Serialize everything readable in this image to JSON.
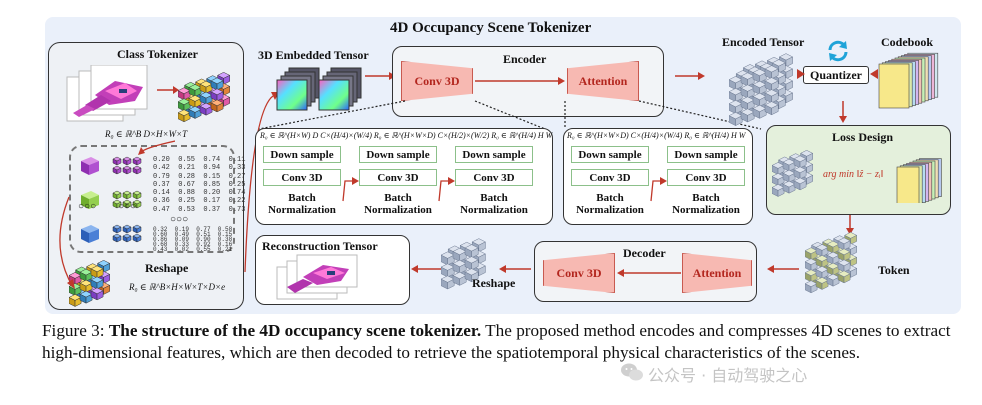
{
  "diagram": {
    "title": "4D Occupancy Scene Tokenizer",
    "class_tokenizer": {
      "title": "Class Tokenizer",
      "formula_top": "R₀ ∈ ℝ^B  D×H×W×T",
      "dots": [
        "○○○",
        "○○○",
        "○○○"
      ],
      "reshape_label": "Reshape",
      "formula_bottom": "R₀ ∈ ℝ^B×H×W×T×D×e",
      "matrix_top": "0.20  0.55  0.74  0.11\n0.42  0.21  0.94  0.33\n0.79  0.28  0.15  0.27\n0.37  0.67  0.85  0.25\n0.14  0.88  0.20  0.74\n0.36  0.25  0.17  0.22\n0.47  0.53  0.37  0.73",
      "matrix_bottom": "0.32  0.19  0.77  0.58\n0.60  0.49  0.51  0.15\n0.86  0.09  0.90  0.38\n0.68  0.33  0.92  0.16\n0.43  0.02  0.55  0.21"
    },
    "embedded_tensor": {
      "title": "3D Embedded Tensor"
    },
    "encoder": {
      "title": "Encoder",
      "conv_label": "Conv 3D",
      "attn_label": "Attention"
    },
    "encoder_detail_left": {
      "formula": "R₀ ∈ ℝ^(H×W)  D  C×(H/4)×(W/4)   R₀ ∈ ℝ^(H×W×D)  C×(H/2)×(W/2)   R₀ ∈ ℝ^(H/4)  H  W",
      "columns": [
        {
          "down": "Down sample",
          "conv": "Conv 3D",
          "bn1": "Batch",
          "bn2": "Normalization"
        },
        {
          "down": "Down sample",
          "conv": "Conv 3D",
          "bn1": "Batch",
          "bn2": "Normalization"
        },
        {
          "down": "Down sample",
          "conv": "Conv 3D",
          "bn1": "Batch",
          "bn2": "Normalization"
        }
      ]
    },
    "encoder_detail_right": {
      "formula": "R₀ ∈ ℝ^(H×W×D)  C×(H/4)×(W/4)   R₀ ∈ ℝ^(H/4)  H  W",
      "columns": [
        {
          "down": "Down sample",
          "conv": "Conv 3D",
          "bn1": "Batch",
          "bn2": "Normalization"
        },
        {
          "down": "Down sample",
          "conv": "Conv 3D",
          "bn1": "Batch",
          "bn2": "Normalization"
        }
      ]
    },
    "encoded_tensor": {
      "title": "Encoded Tensor"
    },
    "quantizer": {
      "label": "Quantizer"
    },
    "codebook": {
      "title": "Codebook"
    },
    "loss_design": {
      "title": "Loss Design",
      "formula": "arg min ‖ẑ − zᵢ‖"
    },
    "token": {
      "label": "Token"
    },
    "decoder": {
      "title": "Decoder",
      "conv_label": "Conv 3D",
      "attn_label": "Attention"
    },
    "reconstruction": {
      "title": "Reconstruction Tensor",
      "reshape_label": "Reshape"
    }
  },
  "caption": {
    "label": "Figure 3: ",
    "bold": "The structure of the 4D occupancy scene tokenizer.",
    "rest": " The proposed method encodes and compresses 4D scenes to extract high-dimensional features, which are then decoded to retrieve the spatiotemporal physical characteristics of the scenes."
  },
  "watermark": {
    "text": "公众号 · 自动驾驶之心"
  },
  "colors": {
    "background": "#eaf0fa",
    "trapezoid_fill": "#f7b9b2",
    "trapezoid_text": "#b3261e",
    "arrow": "#c0392b",
    "loss_fill": "#e4f0dc",
    "block_border": "#8cc08a"
  },
  "icons": {
    "quantizer_cycle": "cycle-arrows-icon",
    "cube_purple": "cube-icon",
    "cube_green": "cube-icon",
    "cube_blue": "cube-icon"
  }
}
